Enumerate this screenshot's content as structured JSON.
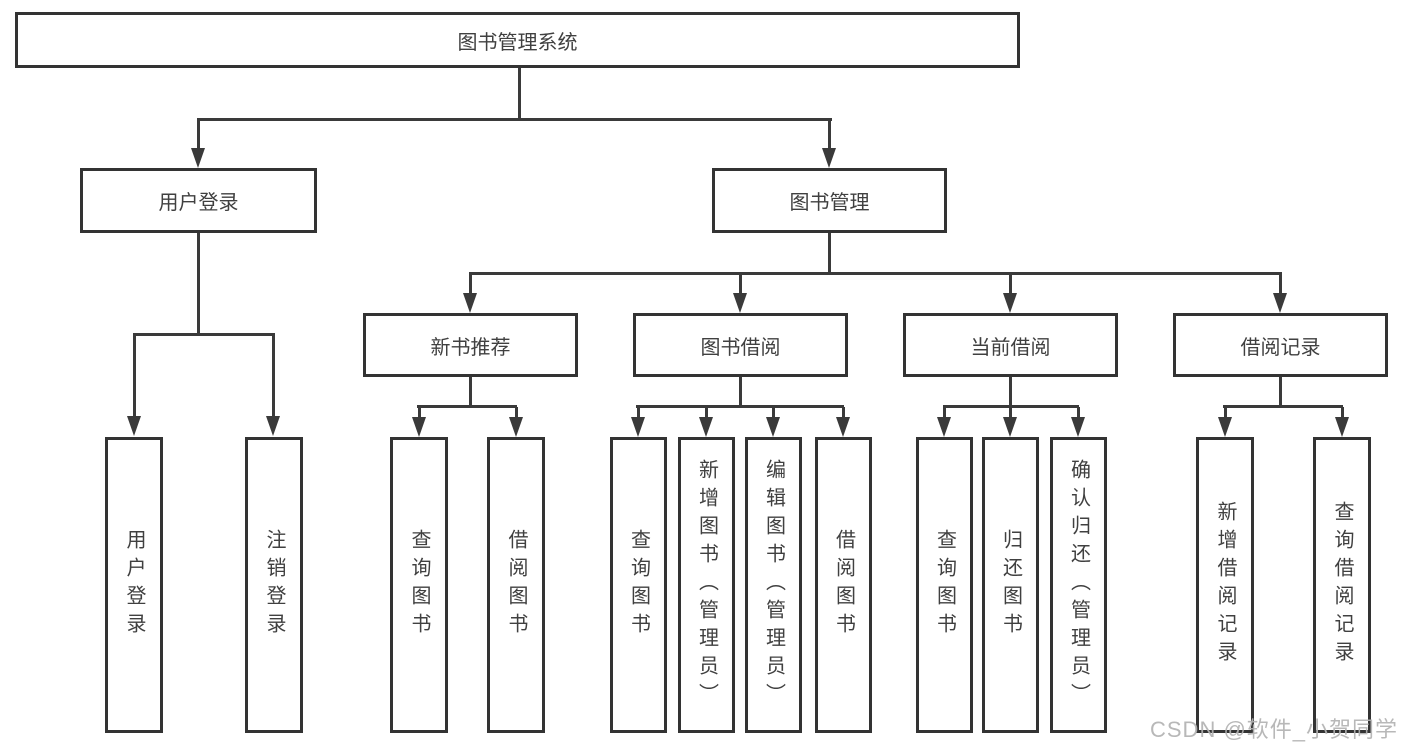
{
  "diagram": {
    "type": "hierarchy-tree",
    "colors": {
      "background": "#ffffff",
      "line": "#3a3a3a",
      "box_border": "#333333",
      "text": "#404040",
      "watermark": "#b2b2b2"
    },
    "tree": {
      "root": "图书管理系统",
      "branches": [
        {
          "label": "用户登录",
          "children": [
            "用户登录",
            "注销登录"
          ]
        },
        {
          "label": "图书管理",
          "children": [
            {
              "label": "新书推荐",
              "children": [
                "查询图书",
                "借阅图书"
              ]
            },
            {
              "label": "图书借阅",
              "children": [
                "查询图书",
                "新增图书（管理员）",
                "编辑图书（管理员）",
                "借阅图书"
              ]
            },
            {
              "label": "当前借阅",
              "children": [
                "查询图书",
                "归还图书",
                "确认归还（管理员）"
              ]
            },
            {
              "label": "借阅记录",
              "children": [
                "新增借阅记录",
                "查询借阅记录"
              ]
            }
          ]
        }
      ]
    },
    "watermark": {
      "text": "CSDN @软件_小贺同学"
    }
  }
}
